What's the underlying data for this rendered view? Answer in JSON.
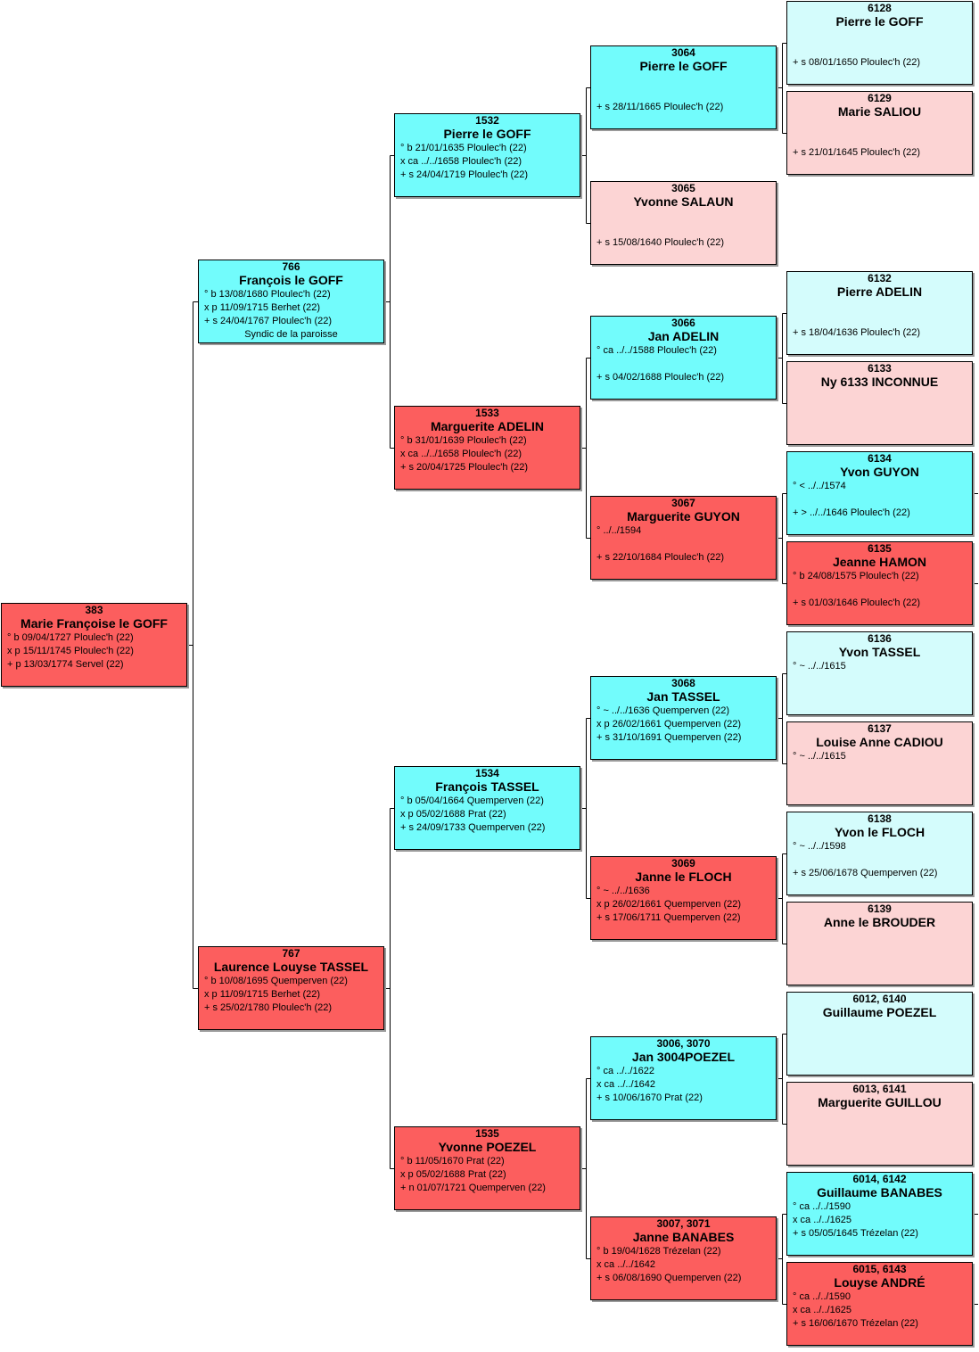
{
  "colors": {
    "male_strong": "#72fcfc",
    "male_light": "#d4fcfc",
    "female_strong": "#fc5e5e",
    "female_light": "#fcd4d4",
    "connector": "#000000"
  },
  "persons": [
    {
      "id": "p383",
      "num": "383",
      "name": "Marie Françoise le GOFF",
      "tone": "female_strong",
      "lines": [
        "° b 09/04/1727 Ploulec'h (22)",
        "x p 15/11/1745 Ploulec'h (22)",
        "+ p 13/03/1774 Servel (22)"
      ]
    },
    {
      "id": "p766",
      "num": "766",
      "name": "François le GOFF",
      "tone": "male_strong",
      "lines": [
        "° b 13/08/1680 Ploulec'h (22)",
        "x p 11/09/1715 Berhet (22)",
        "+ s 24/04/1767 Ploulec'h (22)"
      ],
      "note": "Syndic de la paroisse"
    },
    {
      "id": "p767",
      "num": "767",
      "name": "Laurence Louyse TASSEL",
      "tone": "female_strong",
      "lines": [
        "° b 10/08/1695 Quemperven (22)",
        "x p 11/09/1715 Berhet (22)",
        "+ s 25/02/1780 Ploulec'h (22)"
      ]
    },
    {
      "id": "p1532",
      "num": "1532",
      "name": "Pierre le GOFF",
      "tone": "male_strong",
      "lines": [
        "° b 21/01/1635 Ploulec'h (22)",
        "x ca ../../1658 Ploulec'h (22)",
        "+ s 24/04/1719 Ploulec'h (22)"
      ]
    },
    {
      "id": "p1533",
      "num": "1533",
      "name": "Marguerite ADELIN",
      "tone": "female_strong",
      "lines": [
        "° b 31/01/1639 Ploulec'h (22)",
        "x ca ../../1658 Ploulec'h (22)",
        "+ s 20/04/1725 Ploulec'h (22)"
      ]
    },
    {
      "id": "p1534",
      "num": "1534",
      "name": "François TASSEL",
      "tone": "male_strong",
      "lines": [
        "° b 05/04/1664 Quemperven (22)",
        "x p 05/02/1688 Prat (22)",
        "+ s 24/09/1733 Quemperven (22)"
      ]
    },
    {
      "id": "p1535",
      "num": "1535",
      "name": "Yvonne POEZEL",
      "tone": "female_strong",
      "lines": [
        "° b 11/05/1670 Prat (22)",
        "x p 05/02/1688 Prat (22)",
        "+ n 01/07/1721 Quemperven (22)"
      ]
    },
    {
      "id": "p3064",
      "num": "3064",
      "name": "Pierre le GOFF",
      "tone": "male_strong",
      "lines": [
        "",
        "",
        "+ s 28/11/1665 Ploulec'h (22)"
      ]
    },
    {
      "id": "p3065",
      "num": "3065",
      "name": "Yvonne SALAUN",
      "tone": "female_light",
      "lines": [
        "",
        "",
        "+ s 15/08/1640 Ploulec'h (22)"
      ]
    },
    {
      "id": "p3066",
      "num": "3066",
      "name": "Jan ADELIN",
      "tone": "male_strong",
      "lines": [
        "° ca ../../1588 Ploulec'h (22)",
        "",
        "+ s 04/02/1688 Ploulec'h (22)"
      ]
    },
    {
      "id": "p3067",
      "num": "3067",
      "name": "Marguerite GUYON",
      "tone": "female_strong",
      "lines": [
        "° ../../1594",
        "",
        "+ s 22/10/1684 Ploulec'h (22)"
      ]
    },
    {
      "id": "p3068",
      "num": "3068",
      "name": "Jan TASSEL",
      "tone": "male_strong",
      "lines": [
        "° ~ ../../1636 Quemperven (22)",
        "x p 26/02/1661 Quemperven (22)",
        "+ s 31/10/1691 Quemperven (22)"
      ]
    },
    {
      "id": "p3069",
      "num": "3069",
      "name": "Janne le FLOCH",
      "tone": "female_strong",
      "lines": [
        "° ~ ../../1636",
        "x p 26/02/1661 Quemperven (22)",
        "+ s 17/06/1711 Quemperven (22)"
      ]
    },
    {
      "id": "p3070",
      "num": "3006, 3070",
      "name": "Jan 3004POEZEL",
      "tone": "male_strong",
      "lines": [
        "° ca ../../1622",
        "x ca ../../1642",
        "+ s 10/06/1670 Prat (22)"
      ]
    },
    {
      "id": "p3071",
      "num": "3007, 3071",
      "name": "Janne BANABES",
      "tone": "female_strong",
      "lines": [
        "° b 19/04/1628 Trézelan (22)",
        "x ca ../../1642",
        "+ s 06/08/1690 Quemperven (22)"
      ]
    },
    {
      "id": "p6128",
      "num": "6128",
      "name": "Pierre le GOFF",
      "tone": "male_light",
      "lines": [
        "",
        "",
        "+ s 08/01/1650 Ploulec'h (22)"
      ]
    },
    {
      "id": "p6129",
      "num": "6129",
      "name": "Marie SALIOU",
      "tone": "female_light",
      "lines": [
        "",
        "",
        "+ s 21/01/1645 Ploulec'h (22)"
      ]
    },
    {
      "id": "p6132",
      "num": "6132",
      "name": "Pierre ADELIN",
      "tone": "male_light",
      "lines": [
        "",
        "",
        "+ s 18/04/1636 Ploulec'h (22)"
      ]
    },
    {
      "id": "p6133",
      "num": "6133",
      "name": "Ny 6133 INCONNUE",
      "tone": "female_light",
      "lines": [
        "",
        "",
        ""
      ]
    },
    {
      "id": "p6134",
      "num": "6134",
      "name": "Yvon GUYON",
      "tone": "male_strong",
      "lines": [
        "° < ../../1574",
        "",
        "+ > ../../1646 Ploulec'h (22)"
      ]
    },
    {
      "id": "p6135",
      "num": "6135",
      "name": "Jeanne HAMON",
      "tone": "female_strong",
      "lines": [
        "° b 24/08/1575 Ploulec'h (22)",
        "",
        "+ s 01/03/1646 Ploulec'h (22)"
      ]
    },
    {
      "id": "p6136",
      "num": "6136",
      "name": "Yvon TASSEL",
      "tone": "male_light",
      "lines": [
        "° ~ ../../1615",
        "",
        ""
      ]
    },
    {
      "id": "p6137",
      "num": "6137",
      "name": "Louise Anne CADIOU",
      "tone": "female_light",
      "lines": [
        "° ~ ../../1615",
        "",
        ""
      ]
    },
    {
      "id": "p6138",
      "num": "6138",
      "name": "Yvon le FLOCH",
      "tone": "male_light",
      "lines": [
        "° ~ ../../1598",
        "",
        "+ s 25/06/1678 Quemperven (22)"
      ]
    },
    {
      "id": "p6139",
      "num": "6139",
      "name": "Anne le BROUDER",
      "tone": "female_light",
      "lines": [
        "",
        "",
        ""
      ]
    },
    {
      "id": "p6140",
      "num": "6012, 6140",
      "name": "Guillaume POEZEL",
      "tone": "male_light",
      "lines": [
        "",
        "",
        ""
      ]
    },
    {
      "id": "p6141",
      "num": "6013, 6141",
      "name": "Marguerite GUILLOU",
      "tone": "female_light",
      "lines": [
        "",
        "",
        ""
      ]
    },
    {
      "id": "p6142",
      "num": "6014, 6142",
      "name": "Guillaume BANABES",
      "tone": "male_strong",
      "lines": [
        "° ca ../../1590",
        "x ca ../../1625",
        "+ s 05/05/1645 Trézelan (22)"
      ]
    },
    {
      "id": "p6143",
      "num": "6015, 6143",
      "name": "Louyse ANDRÉ",
      "tone": "female_strong",
      "lines": [
        "° ca ../../1590",
        "x ca ../../1625",
        "+ s 16/06/1670 Trézelan (22)"
      ]
    }
  ]
}
